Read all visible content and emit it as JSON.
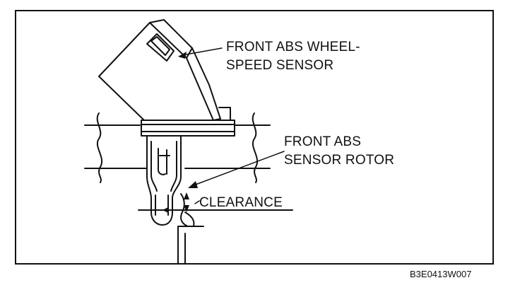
{
  "labels": {
    "sensor_line1": "FRONT ABS WHEEL-",
    "sensor_line2": "SPEED SENSOR",
    "rotor_line1": "FRONT ABS",
    "rotor_line2": "SENSOR ROTOR",
    "clearance": "CLEARANCE"
  },
  "figure_code": "B3E0413W007"
}
